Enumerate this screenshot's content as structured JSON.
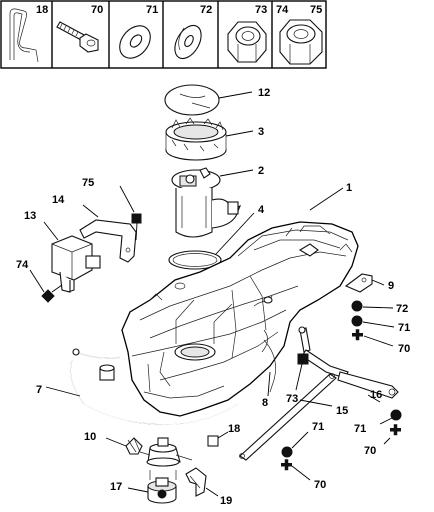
{
  "header_row": {
    "cells": [
      {
        "num": "18"
      },
      {
        "num": "70"
      },
      {
        "num": "71"
      },
      {
        "num": "72"
      },
      {
        "num": "73"
      },
      {
        "num": "74"
      },
      {
        "num": "75"
      }
    ]
  },
  "callouts": {
    "c1": "1",
    "c2": "2",
    "c3": "3",
    "c4": "4",
    "c7": "7",
    "c8": "8",
    "c9": "9",
    "c10": "10",
    "c12": "12",
    "c13": "13",
    "c14": "14",
    "c15": "15",
    "c16": "16",
    "c17": "17",
    "c18": "18",
    "c19": "19",
    "c70a": "70",
    "c70b": "70",
    "c70c": "70",
    "c71a": "71",
    "c71b": "71",
    "c71c": "71",
    "c72": "72",
    "c73": "73",
    "c74": "74",
    "c75": "75"
  },
  "symbols": {
    "square-filled": "square-filled-icon",
    "square-open": "square-open-icon",
    "diamond-filled": "diamond-filled-icon",
    "circle-filled": "circle-filled-icon",
    "plus": "plus-icon"
  },
  "colors": {
    "ink": "#000000",
    "paper": "#ffffff",
    "shade": "#e6e6e6"
  }
}
